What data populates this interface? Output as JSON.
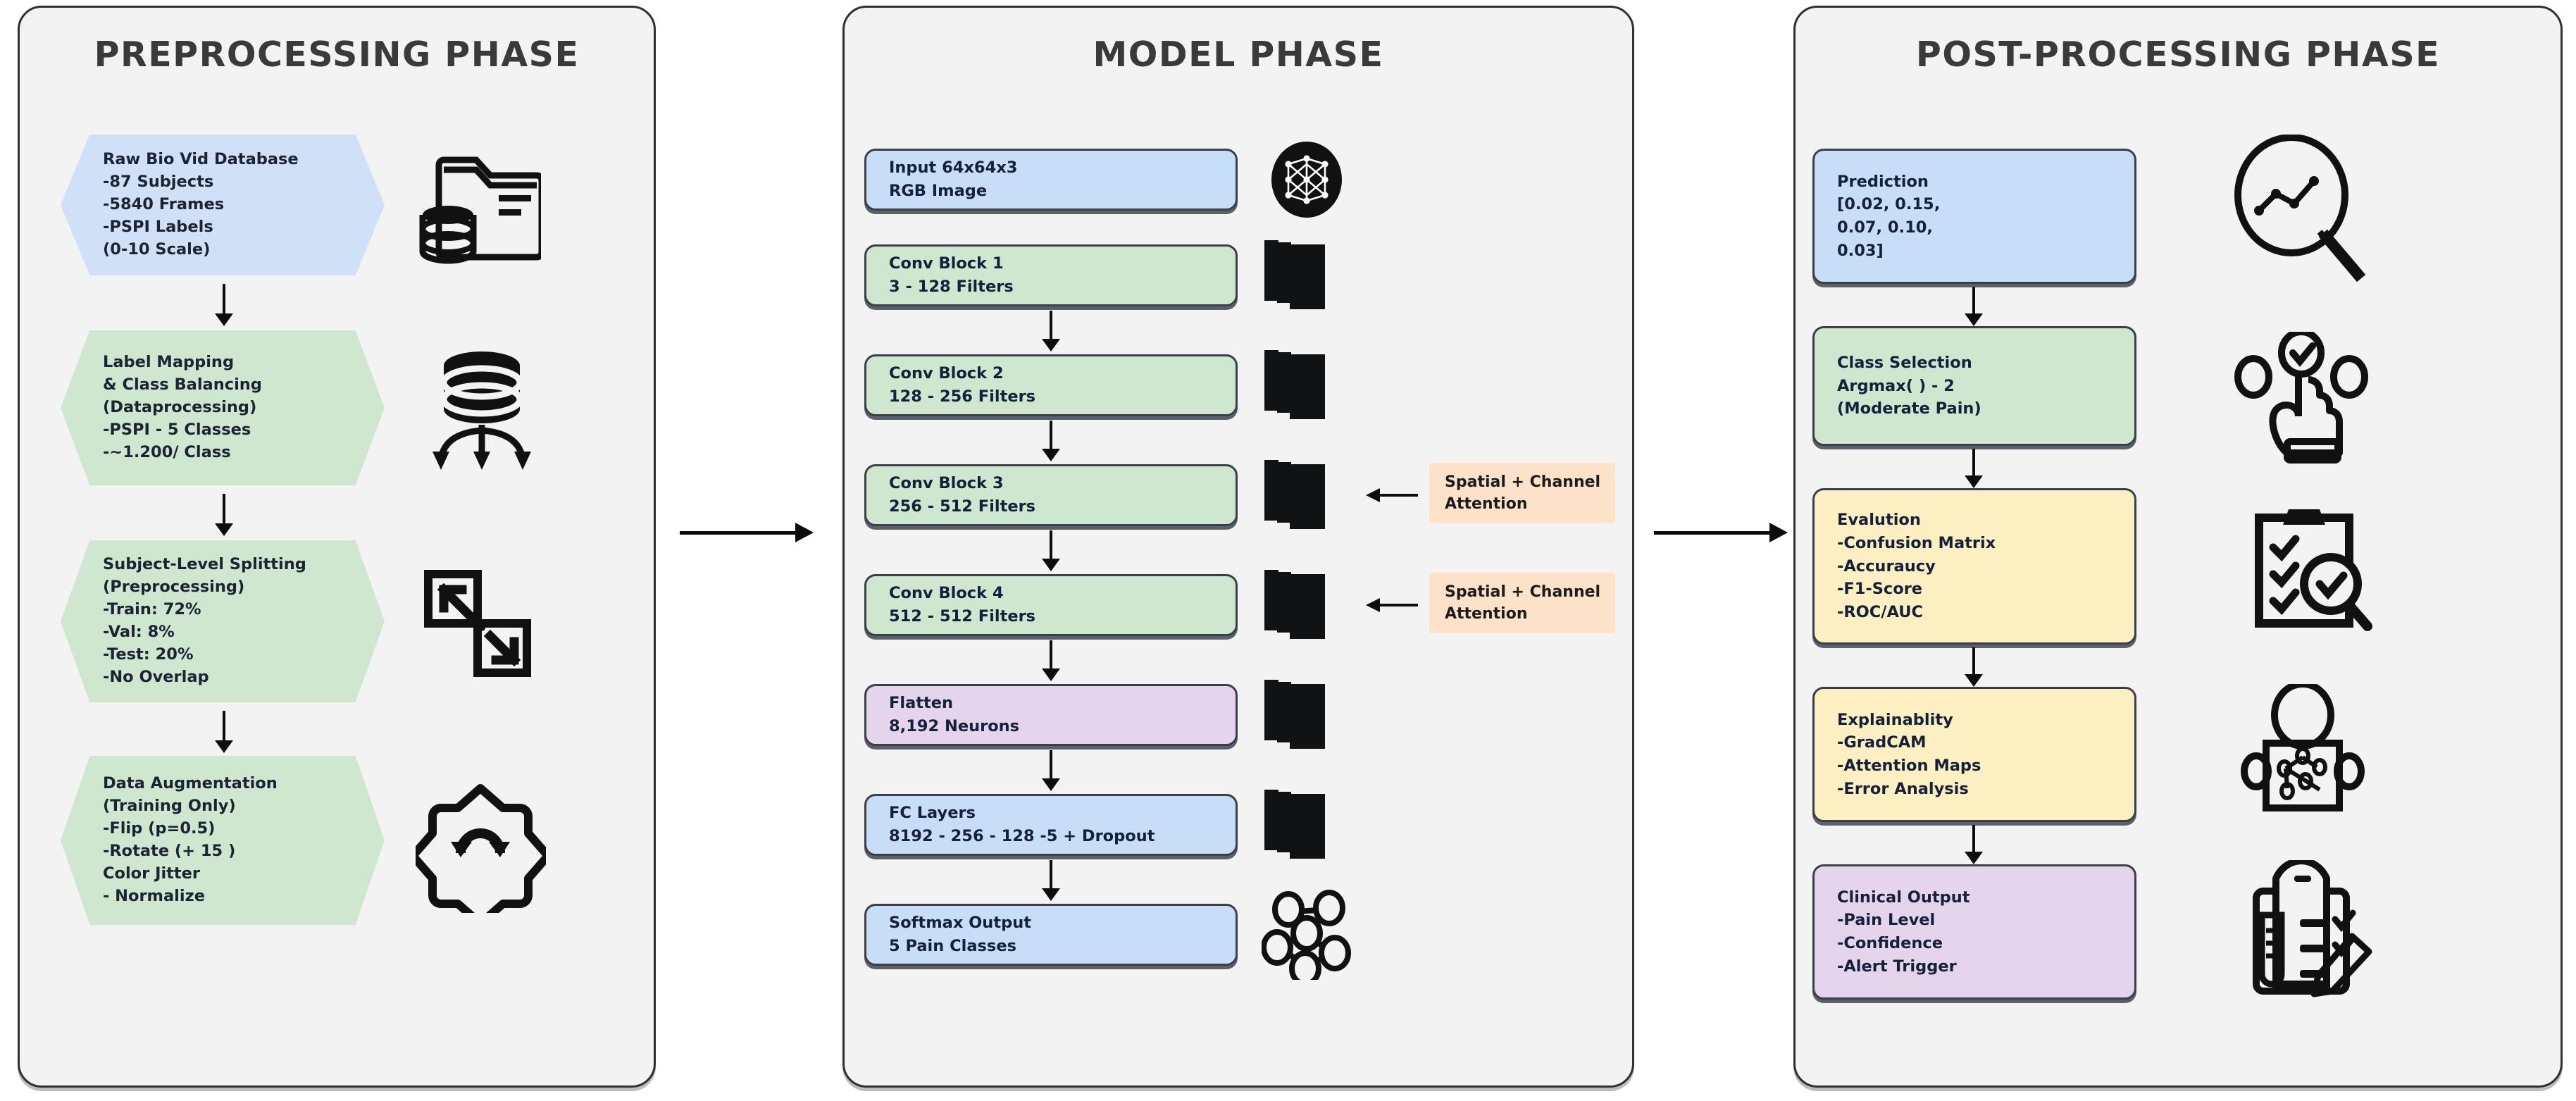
{
  "phases": [
    {
      "id": "preprocessing",
      "title": "PREPROCESSING PHASE",
      "nodes": [
        {
          "name": "raw-database",
          "shape": "hexagon",
          "color": "#cfe0f7",
          "text": "Raw Bio Vid Database\n-87 Subjects\n-5840 Frames\n-PSPI Labels\n(0-10 Scale)",
          "icon": "folder-database-icon"
        },
        {
          "name": "label-mapping",
          "shape": "hexagon",
          "color": "#cfe6cf",
          "text": "Label Mapping\n& Class Balancing\n(Dataprocessing)\n-PSPI - 5 Classes\n-~1.200/ Class",
          "icon": "database-split-icon"
        },
        {
          "name": "subject-level-splitting",
          "shape": "hexagon",
          "color": "#cfe6cf",
          "text": "Subject-Level Splitting\n(Preprocessing)\n-Train: 72%\n-Val: 8%\n-Test: 20%\n-No Overlap",
          "icon": "split-resize-icon"
        },
        {
          "name": "data-augmentation",
          "shape": "hexagon",
          "color": "#cfe6cf",
          "text": "Data Augmentation\n(Training Only)\n-Flip (p=0.5)\n-Rotate (+ 15 )\nColor Jitter\n-     Normalize",
          "icon": "rotate-flip-icon"
        }
      ]
    },
    {
      "id": "model",
      "title": "MODEL PHASE",
      "nodes": [
        {
          "name": "input-layer",
          "shape": "rect",
          "color": "#c8ddf7",
          "text": "Input 64x64x3\nRGB Image",
          "icon": "neural-network-circle-icon"
        },
        {
          "name": "conv-block-1",
          "shape": "rect",
          "color": "#cfe7cf",
          "text": "Conv Block 1\n3 - 128 Filters",
          "icon": "feature-maps-icon"
        },
        {
          "name": "conv-block-2",
          "shape": "rect",
          "color": "#cfe7cf",
          "text": "Conv Block 2\n128 - 256 Filters",
          "icon": "feature-maps-icon"
        },
        {
          "name": "conv-block-3",
          "shape": "rect",
          "color": "#cfe7cf",
          "text": "Conv Block 3\n256 - 512 Filters",
          "icon": "feature-maps-icon"
        },
        {
          "name": "conv-block-4",
          "shape": "rect",
          "color": "#cfe7cf",
          "text": "Conv Block 4\n512 - 512 Filters",
          "icon": "feature-maps-icon"
        },
        {
          "name": "flatten-layer",
          "shape": "rect",
          "color": "#e4d4ec",
          "text": "Flatten\n8,192 Neurons",
          "icon": "feature-maps-icon"
        },
        {
          "name": "fc-layers",
          "shape": "rect",
          "color": "#c8ddf7",
          "text": "FC Layers\n8192 - 256 - 128 -5 + Dropout",
          "icon": "feature-maps-icon"
        },
        {
          "name": "softmax-output",
          "shape": "rect",
          "color": "#c8ddf7",
          "text": "Softmax Output\n5 Pain Classes",
          "icon": "graph-nodes-icon"
        }
      ],
      "attention_tags": [
        {
          "name": "attention-tag-conv3",
          "text": "Spatial + Channel\nAttention",
          "color": "#fbe2c8"
        },
        {
          "name": "attention-tag-conv4",
          "text": "Spatial + Channel\nAttention",
          "color": "#fbe2c8"
        }
      ]
    },
    {
      "id": "post-processing",
      "title": "POST-PROCESSING PHASE",
      "nodes": [
        {
          "name": "prediction",
          "shape": "rect",
          "color": "#c8ddf7",
          "text": "Prediction\n[0.02, 0.15,\n0.07, 0.10,\n0.03]",
          "icon": "magnifier-chart-icon"
        },
        {
          "name": "class-selection",
          "shape": "rect",
          "color": "#cfe7cf",
          "text": "Class Selection\nArgmax( ) - 2\n(Moderate Pain)",
          "icon": "hand-select-check-icon"
        },
        {
          "name": "evaluation",
          "shape": "rect",
          "color": "#fcefc2",
          "text": "Evalution\n-Confusion Matrix\n-Accuraucy\n-F1-Score\n-ROC/AUC",
          "icon": "clipboard-check-magnifier-icon"
        },
        {
          "name": "explainability",
          "shape": "rect",
          "color": "#fcefc2",
          "text": "Explainablity\n-GradCAM\n-Attention Maps\n-Error Analysis",
          "icon": "person-network-icon"
        },
        {
          "name": "clinical-output",
          "shape": "rect",
          "color": "#e4d4ec",
          "text": "Clinical Output\n-Pain Level\n-Confidence\n-Alert Trigger",
          "icon": "clinical-report-icon"
        }
      ]
    }
  ],
  "connectors": {
    "pre_to_model": "arrow-right",
    "model_to_post": "arrow-right"
  },
  "palette": {
    "panel_bg": "#f4f3f3",
    "panel_border": "#2f3030",
    "blue": "#c8ddf7",
    "green": "#cfe7cf",
    "purple": "#e4d4ec",
    "yellow": "#fcefc2",
    "orange": "#fbe2c8",
    "ink": "#15203a"
  }
}
